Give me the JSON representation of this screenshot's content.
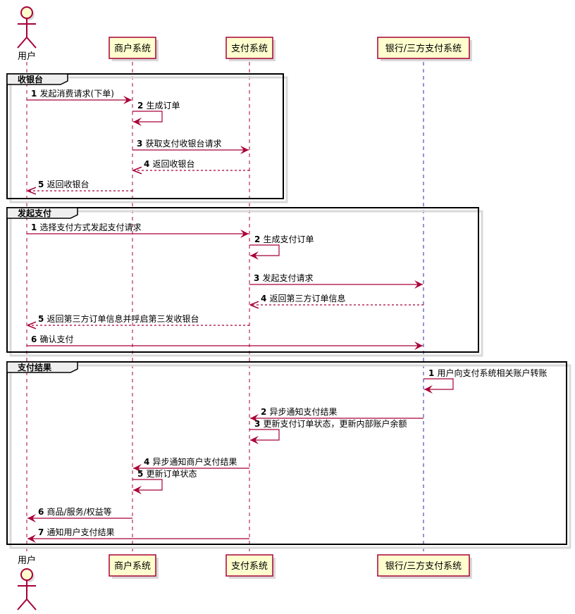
{
  "participants": [
    {
      "id": "user",
      "label": "用户",
      "kind": "actor"
    },
    {
      "id": "merchant",
      "label": "商户系统",
      "kind": "box"
    },
    {
      "id": "pay",
      "label": "支付系统",
      "kind": "box"
    },
    {
      "id": "bank",
      "label": "银行/三方支付系统",
      "kind": "box"
    }
  ],
  "groups": [
    {
      "title": "收银台",
      "messages": [
        {
          "num": "1",
          "text": "发起消费请求(下单)",
          "from": "user",
          "to": "merchant",
          "style": "solid"
        },
        {
          "num": "2",
          "text": "生成订单",
          "from": "merchant",
          "to": "merchant",
          "style": "solid"
        },
        {
          "num": "3",
          "text": "获取支付收银台请求",
          "from": "merchant",
          "to": "pay",
          "style": "solid"
        },
        {
          "num": "4",
          "text": "返回收银台",
          "from": "pay",
          "to": "merchant",
          "style": "dashed"
        },
        {
          "num": "5",
          "text": "返回收银台",
          "from": "merchant",
          "to": "user",
          "style": "dashed"
        }
      ]
    },
    {
      "title": "发起支付",
      "messages": [
        {
          "num": "1",
          "text": "选择支付方式发起支付请求",
          "from": "user",
          "to": "pay",
          "style": "solid"
        },
        {
          "num": "2",
          "text": "生成支付订单",
          "from": "pay",
          "to": "pay",
          "style": "solid"
        },
        {
          "num": "3",
          "text": "发起支付请求",
          "from": "pay",
          "to": "bank",
          "style": "solid"
        },
        {
          "num": "4",
          "text": "返回第三方订单信息",
          "from": "bank",
          "to": "pay",
          "style": "dashed"
        },
        {
          "num": "5",
          "text": "返回第三方订单信息并呼启第三发收银台",
          "from": "pay",
          "to": "user",
          "style": "dashed"
        },
        {
          "num": "6",
          "text": "确认支付",
          "from": "user",
          "to": "bank",
          "style": "solid"
        }
      ]
    },
    {
      "title": "支付结果",
      "messages": [
        {
          "num": "1",
          "text": "用户向支付系统相关账户转账",
          "from": "bank",
          "to": "bank",
          "style": "solid"
        },
        {
          "num": "2",
          "text": "异步通知支付结果",
          "from": "bank",
          "to": "pay",
          "style": "solid"
        },
        {
          "num": "3",
          "text": "更新支付订单状态，更新内部账户余额",
          "from": "pay",
          "to": "pay",
          "style": "solid"
        },
        {
          "num": "4",
          "text": "异步通知商户支付结果",
          "from": "pay",
          "to": "merchant",
          "style": "solid"
        },
        {
          "num": "5",
          "text": "更新订单状态",
          "from": "merchant",
          "to": "merchant",
          "style": "solid"
        },
        {
          "num": "6",
          "text": "商品/服务/权益等",
          "from": "merchant",
          "to": "user",
          "style": "solid"
        },
        {
          "num": "7",
          "text": "通知用户支付结果",
          "from": "pay",
          "to": "user",
          "style": "solid"
        }
      ]
    }
  ],
  "colors": {
    "lifeline": "#a80036",
    "box_fill": "#fefece",
    "box_border": "#a80036",
    "arrow": "#a80036",
    "bank_lifeline": "#2a2aa8",
    "frame": "#000000",
    "shadow": "#d9d9d9"
  }
}
